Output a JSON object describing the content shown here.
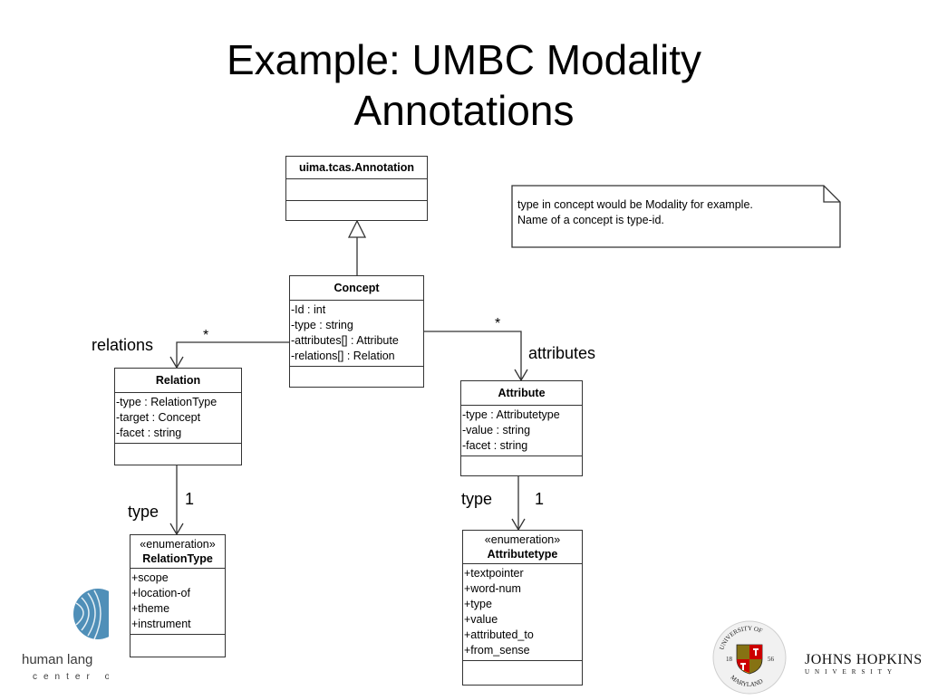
{
  "slide": {
    "title_line1": "Example: UMBC Modality",
    "title_line2": "Annotations"
  },
  "note": {
    "line1": "type in concept would be Modality for example.",
    "line2": "Name of a concept is type-id."
  },
  "classes": {
    "annotation": {
      "name": "uima.tcas.Annotation"
    },
    "concept": {
      "name": "Concept",
      "attributes": [
        "-Id : int",
        "-type : string",
        "-attributes[] : Attribute",
        "-relations[] : Relation"
      ]
    },
    "relation": {
      "name": "Relation",
      "attributes": [
        "-type : RelationType",
        "-target : Concept",
        "-facet : string"
      ]
    },
    "attribute": {
      "name": "Attribute",
      "attributes": [
        "-type : Attributetype",
        "-value : string",
        "-facet : string"
      ]
    },
    "relation_type": {
      "stereotype": "«enumeration»",
      "name": "RelationType",
      "literals": [
        "+scope",
        "+location-of",
        "+theme",
        "+instrument"
      ]
    },
    "attribute_type": {
      "stereotype": "«enumeration»",
      "name": "Attributetype",
      "literals": [
        "+textpointer",
        "+word-num",
        "+type",
        "+value",
        "+attributed_to",
        "+from_sense"
      ]
    }
  },
  "associations": {
    "relations": {
      "role": "relations",
      "multiplicity": "*"
    },
    "attributes": {
      "role": "attributes",
      "multiplicity": "*"
    },
    "relation_type": {
      "role": "type",
      "multiplicity": "1"
    },
    "attribute_type": {
      "role": "type",
      "multiplicity": "1"
    }
  },
  "logos": {
    "hlt_line1": "human lang",
    "hlt_line2": "center o",
    "umd_top": "UNIVERSITY OF",
    "umd_bottom": "MARYLAND",
    "umd_year_left": "18",
    "umd_year_right": "56",
    "jhu_name": "JOHNS HOPKINS",
    "jhu_sub": "UNIVERSITY"
  }
}
